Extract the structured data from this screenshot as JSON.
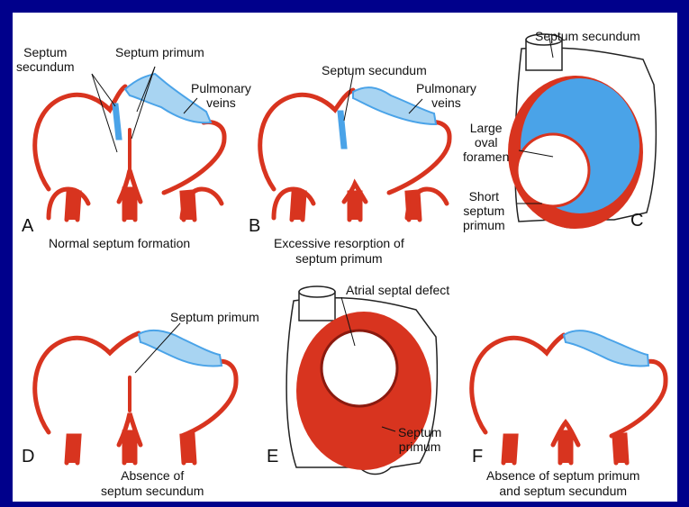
{
  "colors": {
    "background": "#00008b",
    "panel": "#ffffff",
    "tissue": "#d8341f",
    "blood": "#4aa3e8"
  },
  "panels": {
    "a": {
      "letter": "A",
      "caption": "Normal septum formation",
      "label_secundum": "Septum\nsecundum",
      "label_primum": "Septum primum",
      "label_veins": "Pulmonary\nveins"
    },
    "b": {
      "letter": "B",
      "caption": "Excessive resorption of\nseptum primum",
      "label_secundum": "Septum secundum",
      "label_veins": "Pulmonary\nveins"
    },
    "c": {
      "letter": "C",
      "label_secundum": "Septum secundum",
      "label_foramen": "Large\noval\nforamen",
      "label_primum": "Short\nseptum\nprimum"
    },
    "d": {
      "letter": "D",
      "caption": "Absence of\nseptum secundum",
      "label_primum": "Septum primum"
    },
    "e": {
      "letter": "E",
      "label_defect": "Atrial septal defect",
      "label_primum": "Septum\nprimum"
    },
    "f": {
      "letter": "F",
      "caption": "Absence of septum primum\nand septum secundum"
    }
  }
}
